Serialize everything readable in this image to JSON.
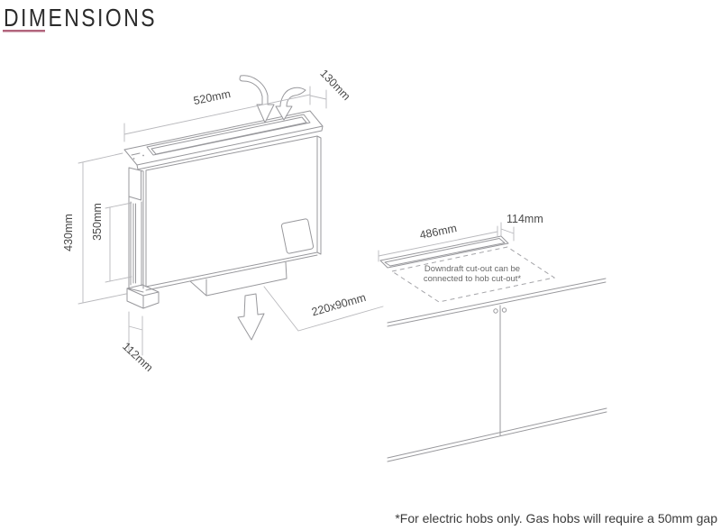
{
  "title": "DIMENSIONS",
  "accent_color": "#b2647c",
  "diagram": {
    "unit": {
      "width": "520mm",
      "top_depth": "130mm",
      "height": "430mm",
      "body_height": "350mm",
      "base_depth": "112mm",
      "duct_outlet": "220x90mm"
    },
    "worktop": {
      "cutout_width": "486mm",
      "cutout_depth": "114mm",
      "note_line1": "Downdraft cut-out can be",
      "note_line2": "connected to hob cut-out*"
    }
  },
  "footnote": "*For electric hobs only. Gas hobs will require a 50mm gap"
}
